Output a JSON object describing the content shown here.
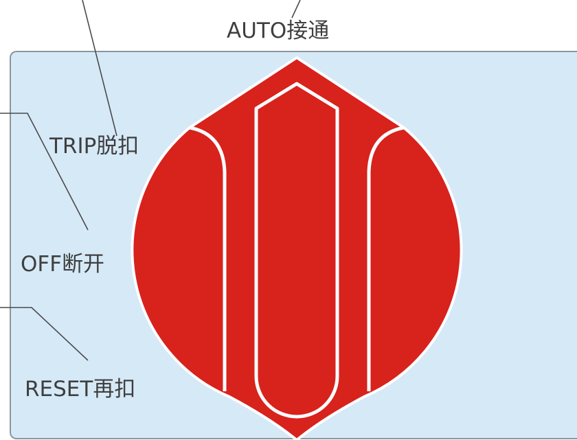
{
  "labels": {
    "auto": "AUTO接通",
    "trip": "TRIP脱扣",
    "off": "OFF断开",
    "reset": "RESET再扣"
  },
  "colors": {
    "panel_fill": "#d6e9f7",
    "panel_border": "#8d959c",
    "knob_red": "#d8221c",
    "knob_outline": "#ffffff",
    "leader_line": "#4a4a4a",
    "text": "#3f3f3f"
  }
}
